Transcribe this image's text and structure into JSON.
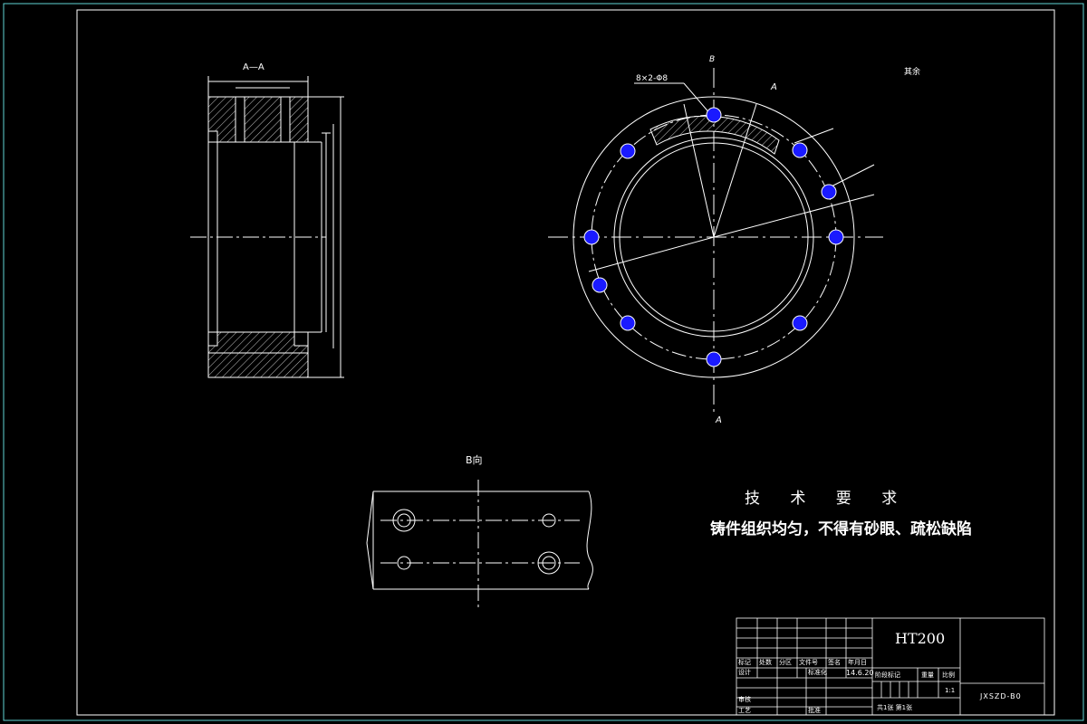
{
  "views": {
    "section_label": "A—A",
    "top_marker": "B",
    "cut_marker_top": "A",
    "cut_marker_bottom": "A",
    "view_b_label": "B向",
    "hole_callout": "8×2-Φ8",
    "roughness_note": "其余"
  },
  "requirements": {
    "title": "技 术 要 求",
    "line1": "铸件组织均匀，不得有砂眼、疏松缺陷"
  },
  "title_block": {
    "material": "HT200",
    "drawing_number": "JXSZD-B0",
    "scale": "1:1",
    "date": "14.6.20",
    "headers": [
      "标记",
      "处数",
      "分区",
      "文件号",
      "签名",
      "年月日"
    ],
    "row_design": "设计",
    "row_std": "标准化",
    "row_check": "审核",
    "row_process": "工艺",
    "row_approve": "批准",
    "stage_label": "阶段标记",
    "weight_label": "重量",
    "scale_label": "比例",
    "sheet_info": "共1张 第1张"
  },
  "colors": {
    "background": "#000000",
    "line": "#ffffff",
    "frame": "#5fd3d3",
    "hole_fill": "#1a1aff"
  }
}
